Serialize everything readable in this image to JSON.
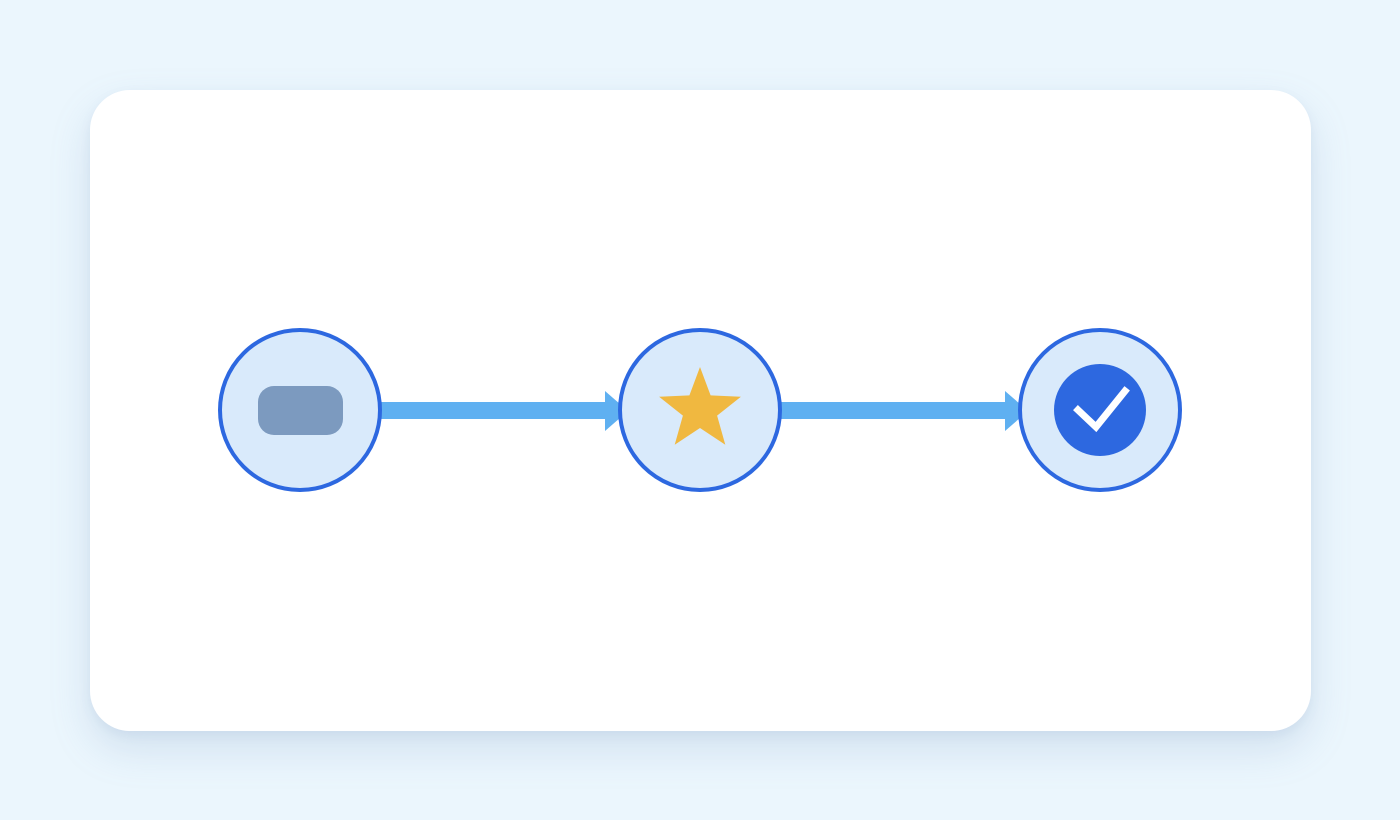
{
  "diagram": {
    "steps": [
      {
        "icon": "pill-placeholder-icon",
        "state": "pending"
      },
      {
        "icon": "star-icon",
        "state": "highlighted"
      },
      {
        "icon": "check-circle-icon",
        "state": "completed"
      }
    ],
    "colors": {
      "page_background": "#ebf6fd",
      "card_background": "#ffffff",
      "node_fill": "#d9eafb",
      "node_stroke": "#2d68e0",
      "connector": "#5fb0f1",
      "pill": "#7c9abf",
      "star": "#f0b840",
      "check_fill": "#2d68e0",
      "check_mark": "#ffffff"
    }
  }
}
